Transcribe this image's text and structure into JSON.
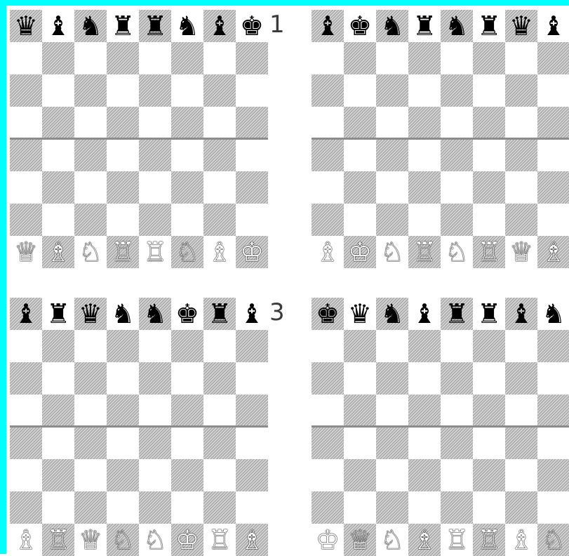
{
  "frame": {
    "accent_color": "#00ffff"
  },
  "boards": [
    {
      "label": "1",
      "black_back_rank": [
        "queen",
        "bishop",
        "knight",
        "rook",
        "rook",
        "knight",
        "bishop",
        "king"
      ],
      "white_back_rank": [
        "queen",
        "bishop",
        "knight",
        "rook",
        "rook",
        "knight",
        "bishop",
        "king"
      ]
    },
    {
      "label": "",
      "black_back_rank": [
        "bishop",
        "king",
        "knight",
        "rook",
        "knight",
        "rook",
        "queen",
        "bishop"
      ],
      "white_back_rank": [
        "bishop",
        "king",
        "knight",
        "rook",
        "knight",
        "rook",
        "queen",
        "bishop"
      ]
    },
    {
      "label": "3",
      "black_back_rank": [
        "bishop",
        "rook",
        "queen",
        "knight",
        "knight",
        "king",
        "rook",
        "bishop"
      ],
      "white_back_rank": [
        "bishop",
        "rook",
        "queen",
        "knight",
        "knight",
        "king",
        "rook",
        "bishop"
      ]
    },
    {
      "label": "",
      "black_back_rank": [
        "king",
        "queen",
        "knight",
        "bishop",
        "rook",
        "rook",
        "bishop",
        "knight"
      ],
      "white_back_rank": [
        "king",
        "queen",
        "knight",
        "bishop",
        "rook",
        "rook",
        "bishop",
        "knight"
      ]
    }
  ]
}
